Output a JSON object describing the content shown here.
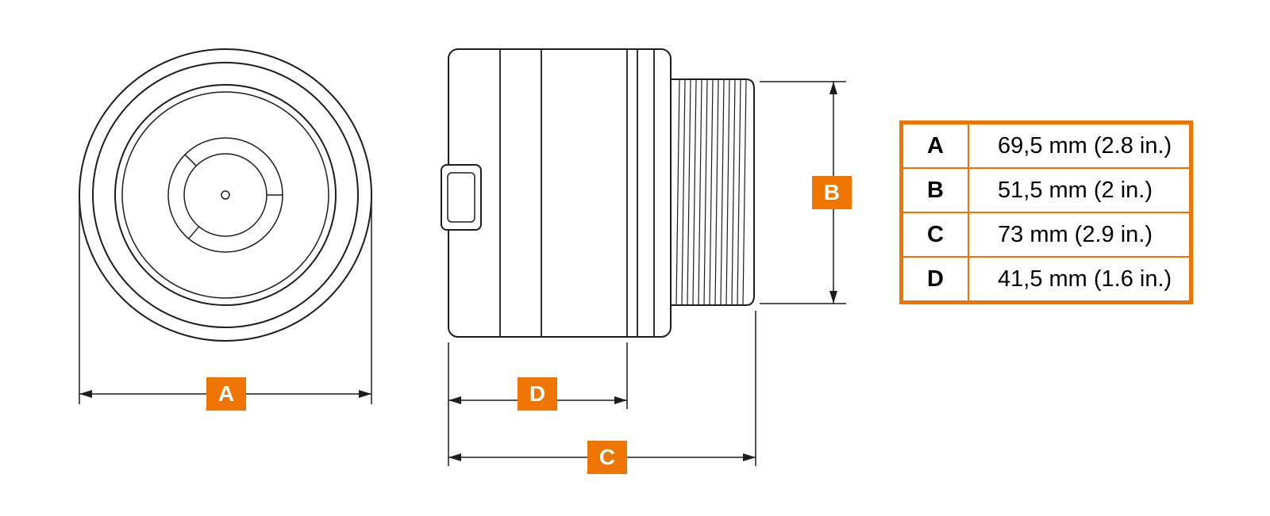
{
  "colors": {
    "accent": "#ED7500",
    "line": "#1D1D1B",
    "background": "#FFFFFF",
    "label_text": "#FFFFFF"
  },
  "dim_labels": {
    "a": "A",
    "b": "B",
    "c": "C",
    "d": "D"
  },
  "table": {
    "rows": [
      {
        "label": "A",
        "value": "69,5 mm (2.8 in.)"
      },
      {
        "label": "B",
        "value": "51,5 mm (2 in.)"
      },
      {
        "label": "C",
        "value": "73 mm (2.9 in.)"
      },
      {
        "label": "D",
        "value": "41,5 mm (1.6 in.)"
      }
    ]
  }
}
